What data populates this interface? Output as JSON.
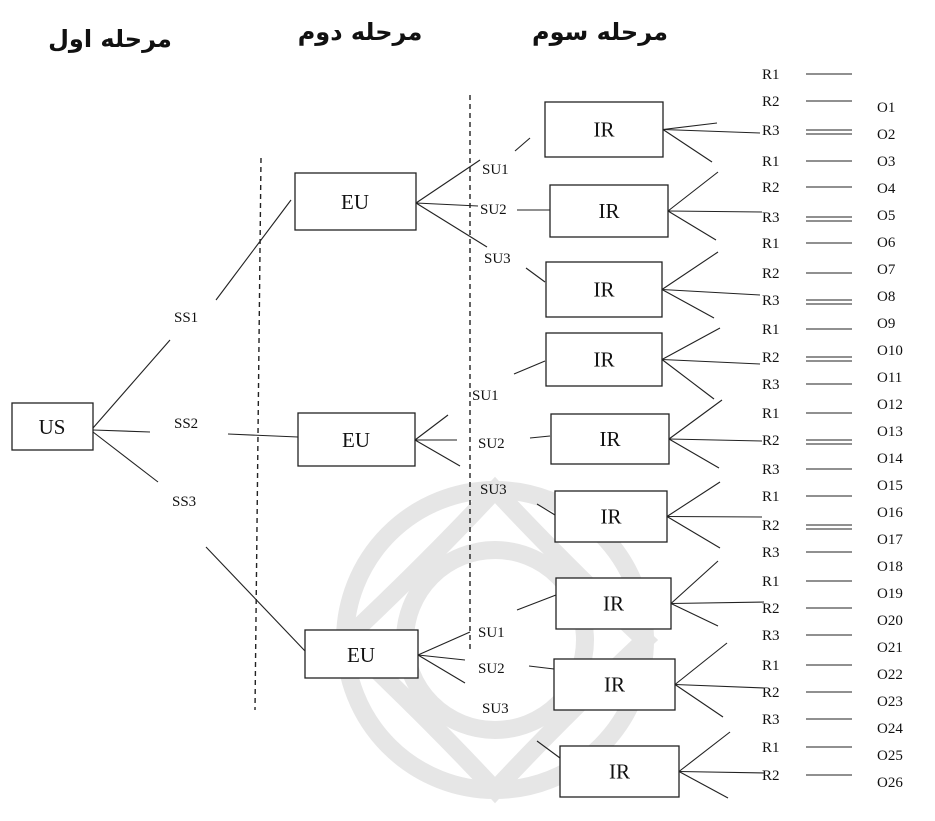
{
  "stage_titles": {
    "first": "مرحله اول",
    "second": "مرحله دوم",
    "third": "مرحله سوم"
  },
  "root": {
    "label": "US"
  },
  "ss_labels": [
    "SS1",
    "SS2",
    "SS3"
  ],
  "eu_label": "EU",
  "ir_label": "IR",
  "su_labels": [
    "SU1",
    "SU2",
    "SU3",
    "SU1",
    "SU2",
    "SU3",
    "SU1",
    "SU2",
    "SU3"
  ],
  "r_labels": [
    "R1",
    "R2",
    "R3",
    "R1",
    "R2",
    "R3",
    "R1",
    "R2",
    "R3",
    "R1",
    "R2",
    "R3",
    "R1",
    "R2",
    "R3",
    "R1",
    "R2",
    "R3",
    "R1",
    "R2",
    "R3",
    "R1",
    "R2",
    "R3",
    "R1",
    "R2"
  ],
  "o_labels": [
    "O1",
    "O2",
    "O3",
    "O4",
    "O5",
    "O6",
    "O7",
    "O8",
    "O9",
    "O10",
    "O11",
    "O12",
    "O13",
    "O14",
    "O15",
    "O16",
    "O17",
    "O18",
    "O19",
    "O20",
    "O21",
    "O22",
    "O23",
    "O24",
    "O25",
    "O26"
  ],
  "colors": {
    "ink": "#222222",
    "watermark": "#e6e6e6"
  }
}
